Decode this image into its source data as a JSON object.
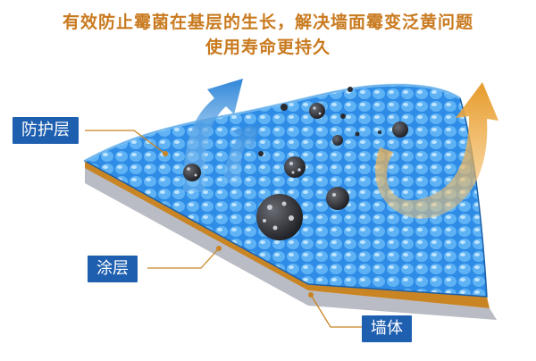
{
  "headline": {
    "line1": "有效防止霉菌在基层的生长，解决墙面霉变泛黄问题",
    "line2": "使用寿命更持久"
  },
  "labels": {
    "protective_layer": "防护层",
    "coating": "涂层",
    "wall": "墙体"
  },
  "colors": {
    "headline": "#c97a1f",
    "callout_bg": "#1e5fb0",
    "coating_blue": "#2f8ce6",
    "base_orange": "#c98423",
    "wall_gray": "#b9bcc4",
    "arrow_blue": "#2f86d8",
    "arrow_orange": "#e69a2a",
    "spore_dark": "#2a2b30"
  },
  "icons": [
    "mold-spore-icon",
    "airflow-arrow-icon"
  ]
}
